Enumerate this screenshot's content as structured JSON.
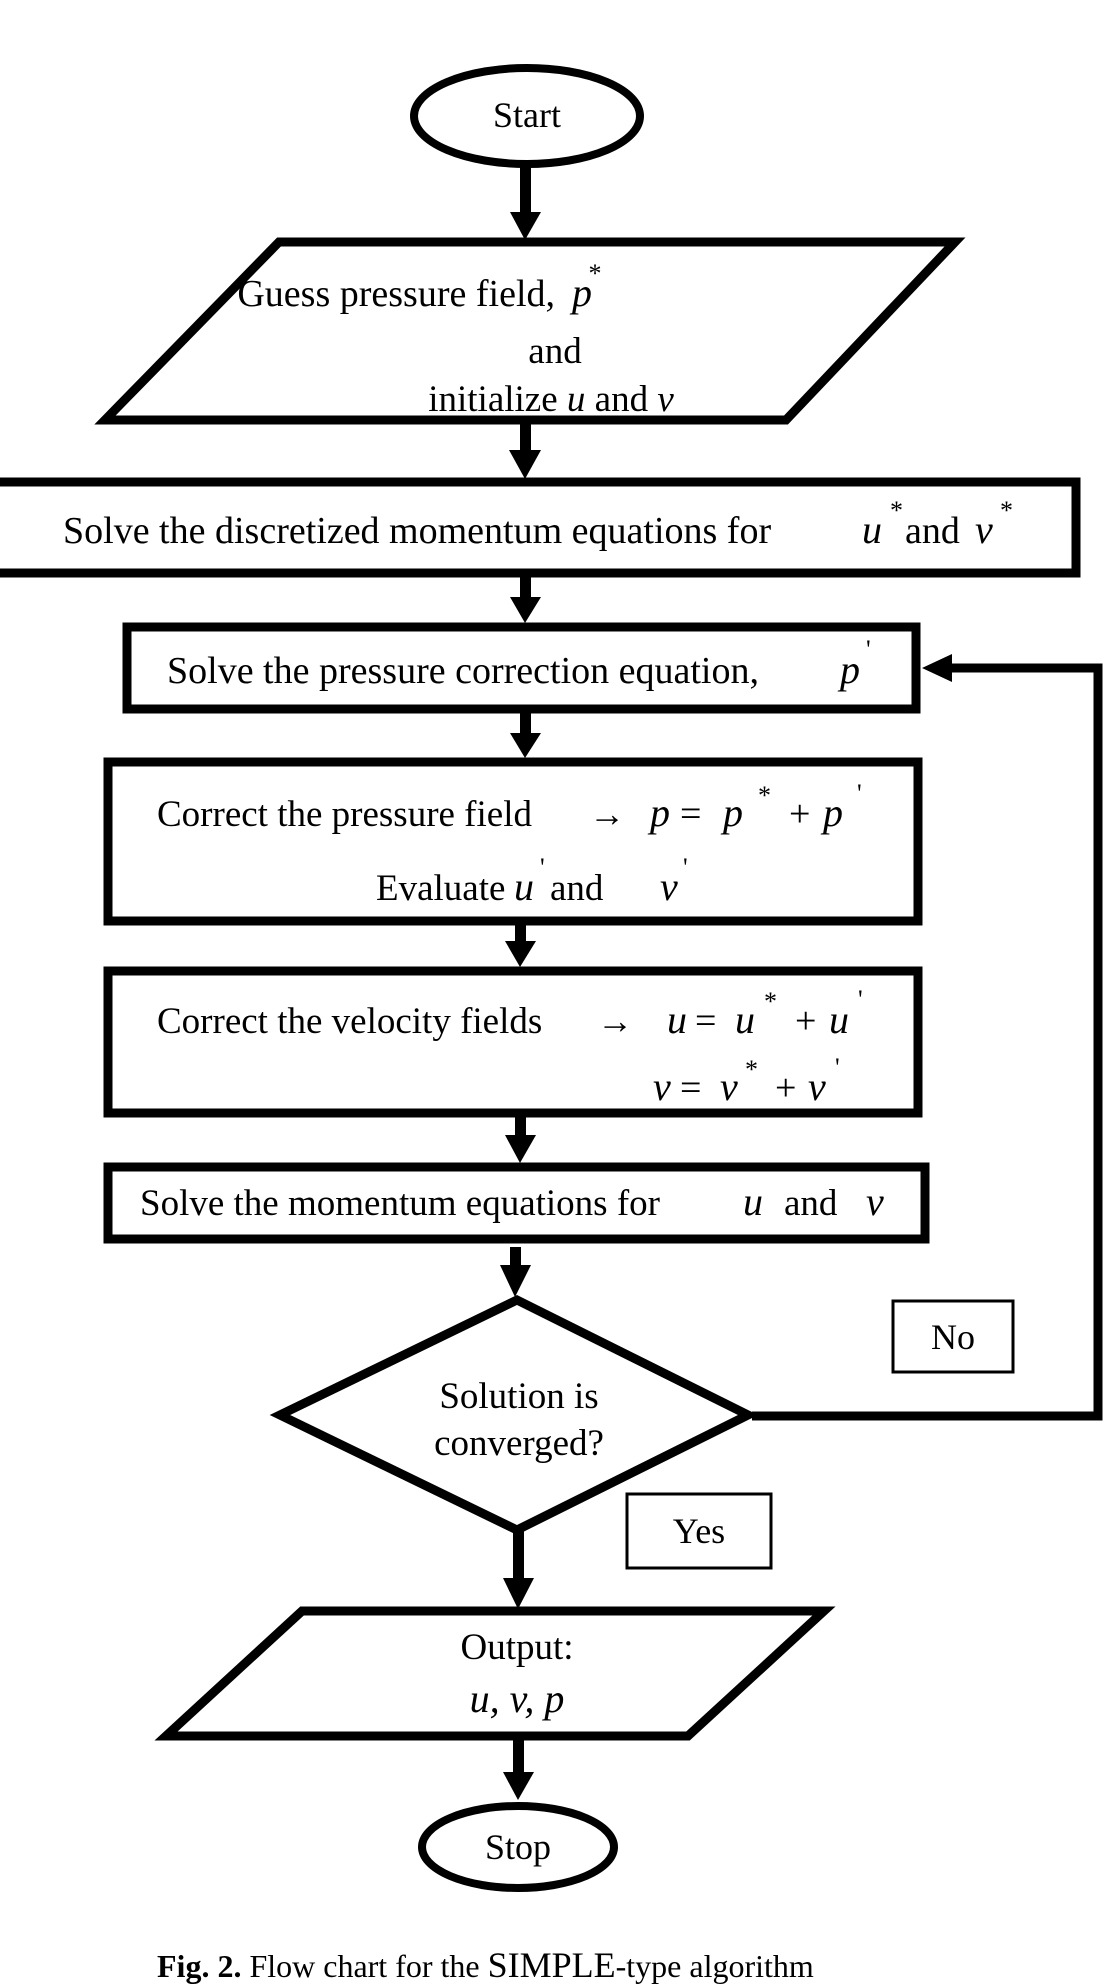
{
  "figure": {
    "caption_label": "Fig. 2.",
    "caption_text_1": "Flow chart for the ",
    "caption_simple": "SIMPLE",
    "caption_text_2": "-type algorithm"
  },
  "nodes": {
    "start": {
      "type": "terminator",
      "label": "Start"
    },
    "guess": {
      "type": "input-output",
      "line1_text": "Guess pressure field,",
      "line1_var": "p",
      "line1_sup": "*",
      "line2": "and",
      "line3_a": "initialize ",
      "line3_u": "u",
      "line3_b": " and ",
      "line3_v": "v"
    },
    "momentum_star": {
      "type": "process",
      "text": "Solve the discretized momentum equations for",
      "var1": "u",
      "sup1": "*",
      "mid": "and",
      "var2": "v",
      "sup2": "*"
    },
    "pressure_correction": {
      "type": "process",
      "text": "Solve the pressure correction equation,",
      "var": "p",
      "sup": "'"
    },
    "correct_pressure": {
      "type": "process",
      "line1_text": "Correct the pressure field",
      "arrow": "→",
      "eq_lhs": "p",
      "eq_eq": "=",
      "eq_p": "p",
      "eq_star": "*",
      "eq_plus": "+",
      "eq_p2": "p",
      "eq_prime": "'",
      "line2_text": "Evaluate",
      "line2_u": "u",
      "line2_prime1": "'",
      "line2_and": "and",
      "line2_v": "v",
      "line2_prime2": "'"
    },
    "correct_velocity": {
      "type": "process",
      "line1_text": "Correct the velocity fields",
      "arrow": "→",
      "u_lhs": "u",
      "eq": "=",
      "u_star_var": "u",
      "star": "*",
      "plus": "+",
      "u_prime_var": "u",
      "prime": "'",
      "v_lhs": "v",
      "v_star_var": "v",
      "v_prime_var": "v"
    },
    "momentum_uv": {
      "type": "process",
      "text": "Solve the momentum equations for",
      "var1": "u",
      "mid": "and",
      "var2": "v"
    },
    "converged": {
      "type": "decision",
      "line1": "Solution is",
      "line2": "converged?"
    },
    "output": {
      "type": "input-output",
      "line1": "Output:",
      "line2": "u, v, p"
    },
    "stop": {
      "type": "terminator",
      "label": "Stop"
    }
  },
  "branches": {
    "no_label": "No",
    "yes_label": "Yes"
  },
  "edges": [
    {
      "from": "start",
      "to": "guess"
    },
    {
      "from": "guess",
      "to": "momentum_star"
    },
    {
      "from": "momentum_star",
      "to": "pressure_correction"
    },
    {
      "from": "pressure_correction",
      "to": "correct_pressure"
    },
    {
      "from": "correct_pressure",
      "to": "correct_velocity"
    },
    {
      "from": "correct_velocity",
      "to": "momentum_uv"
    },
    {
      "from": "momentum_uv",
      "to": "converged"
    },
    {
      "from": "converged",
      "to": "output",
      "label": "Yes"
    },
    {
      "from": "converged",
      "to": "pressure_correction",
      "label": "No"
    },
    {
      "from": "output",
      "to": "stop"
    }
  ]
}
